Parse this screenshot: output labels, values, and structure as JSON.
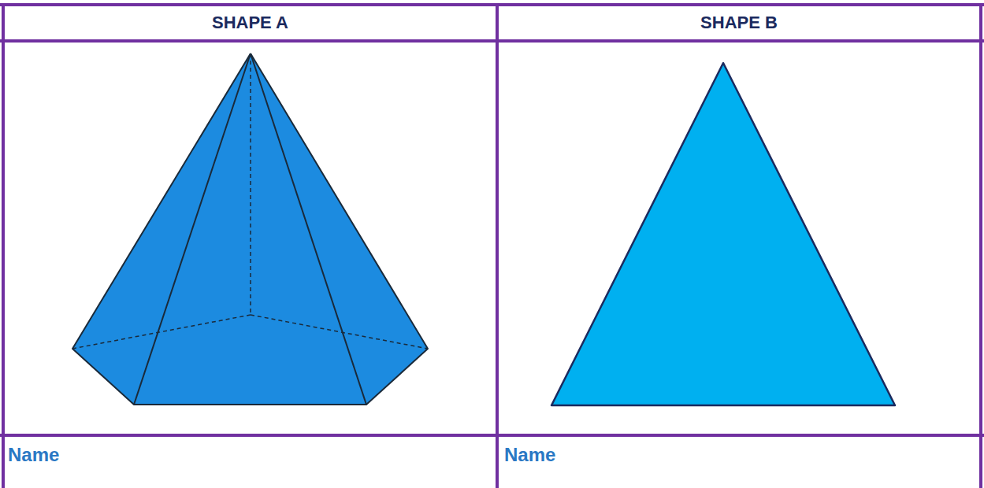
{
  "diagram": {
    "labels": [
      "SHAPE A",
      "SHAPE B",
      "Name",
      "Name"
    ]
  }
}
